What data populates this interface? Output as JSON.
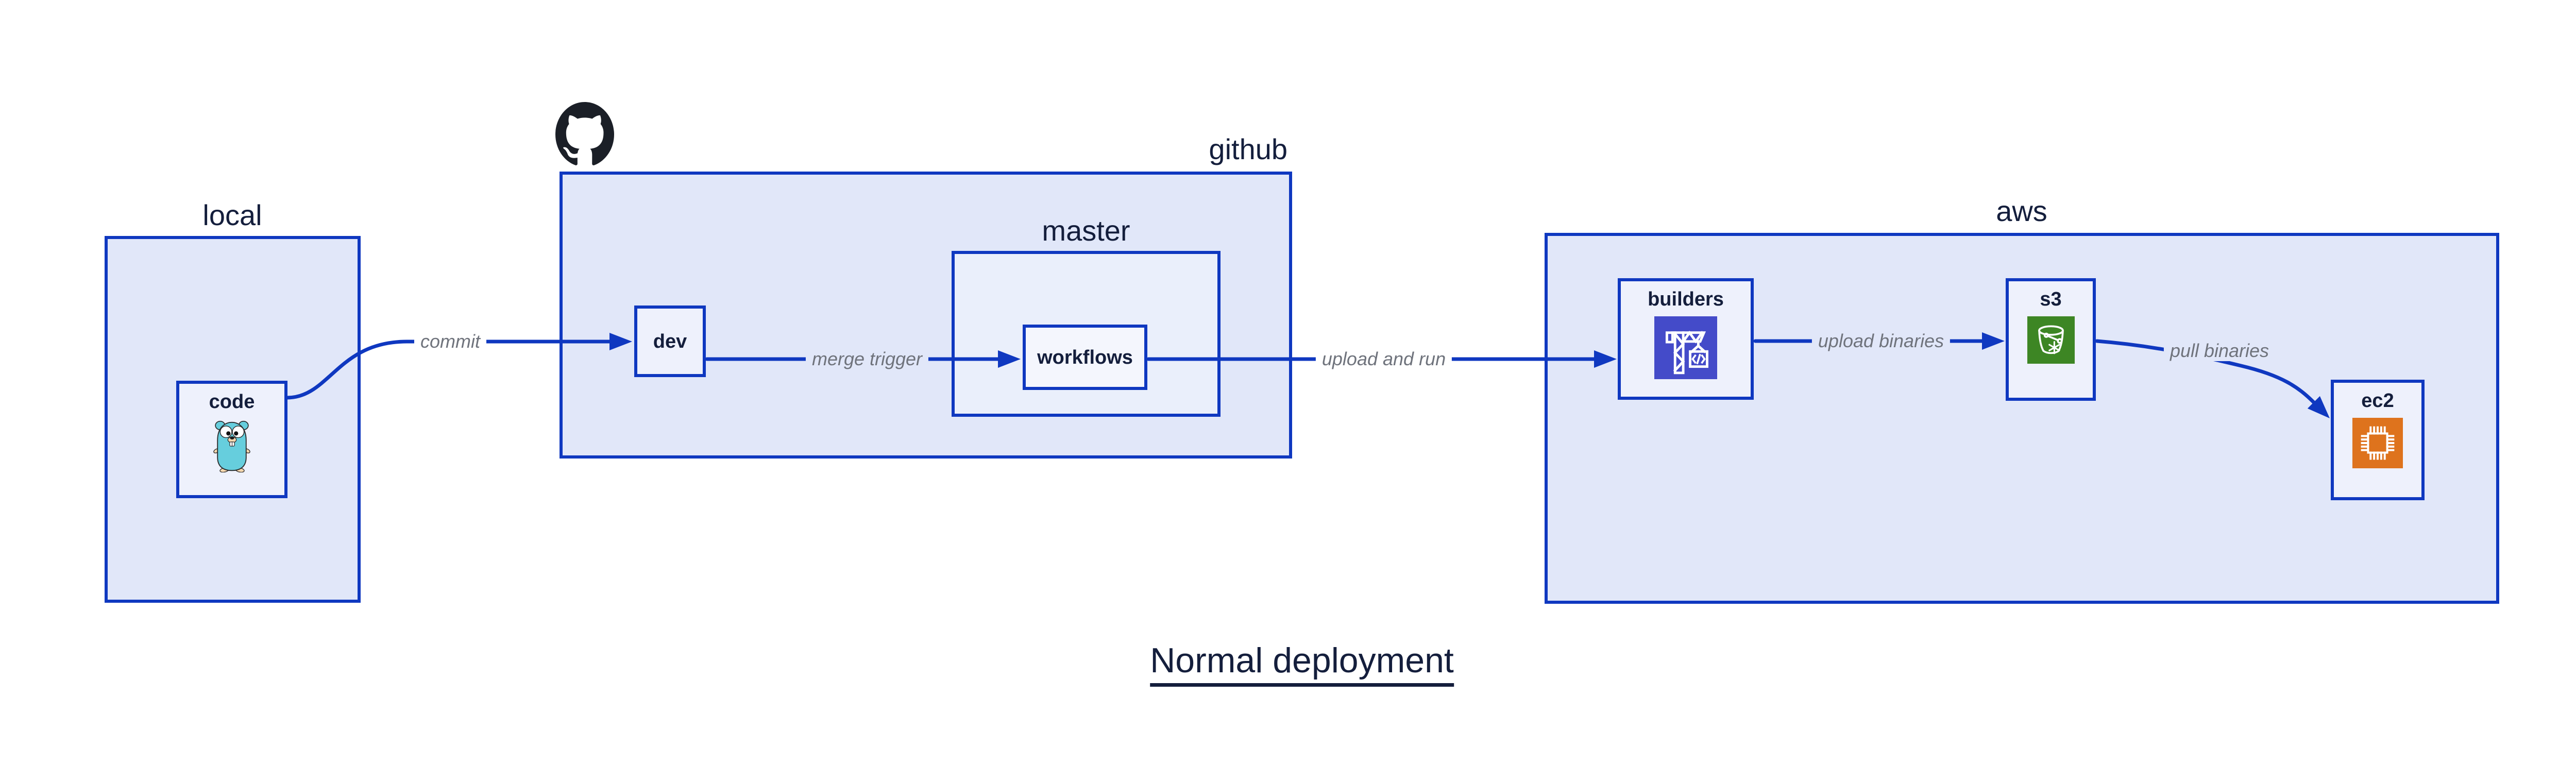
{
  "title": "Normal deployment",
  "groups": {
    "local": {
      "label": "local"
    },
    "github": {
      "label": "github"
    },
    "master": {
      "label": "master"
    },
    "aws": {
      "label": "aws"
    }
  },
  "nodes": {
    "code": {
      "label": "code",
      "icon": "go-gopher-icon"
    },
    "dev": {
      "label": "dev"
    },
    "workflows": {
      "label": "workflows"
    },
    "builders": {
      "label": "builders",
      "icon": "codebuild-crane-icon"
    },
    "s3": {
      "label": "s3",
      "icon": "s3-glacier-bucket-icon"
    },
    "ec2": {
      "label": "ec2",
      "icon": "ec2-chip-icon"
    }
  },
  "edges": {
    "commit": {
      "label": "commit"
    },
    "merge_trigger": {
      "label": "merge trigger"
    },
    "upload_and_run": {
      "label": "upload and run"
    },
    "upload_binaries": {
      "label": "upload binaries"
    },
    "pull_binaries": {
      "label": "pull binaries"
    }
  },
  "colors": {
    "border_blue": "#0f38c0",
    "group_fill": "#e1e7f9",
    "master_fill": "#eaeffb",
    "node_fill": "#eef1fc",
    "workflows_fill": "#f4f6fd",
    "text_navy": "#141e3c",
    "edge_label_gray": "#6f737c",
    "gopher_teal": "#66cedd",
    "codebuild_indigo": "#444bc9",
    "glacier_green": "#3d8624",
    "ec2_orange": "#de731d",
    "octocat_black": "#1b1f27"
  }
}
